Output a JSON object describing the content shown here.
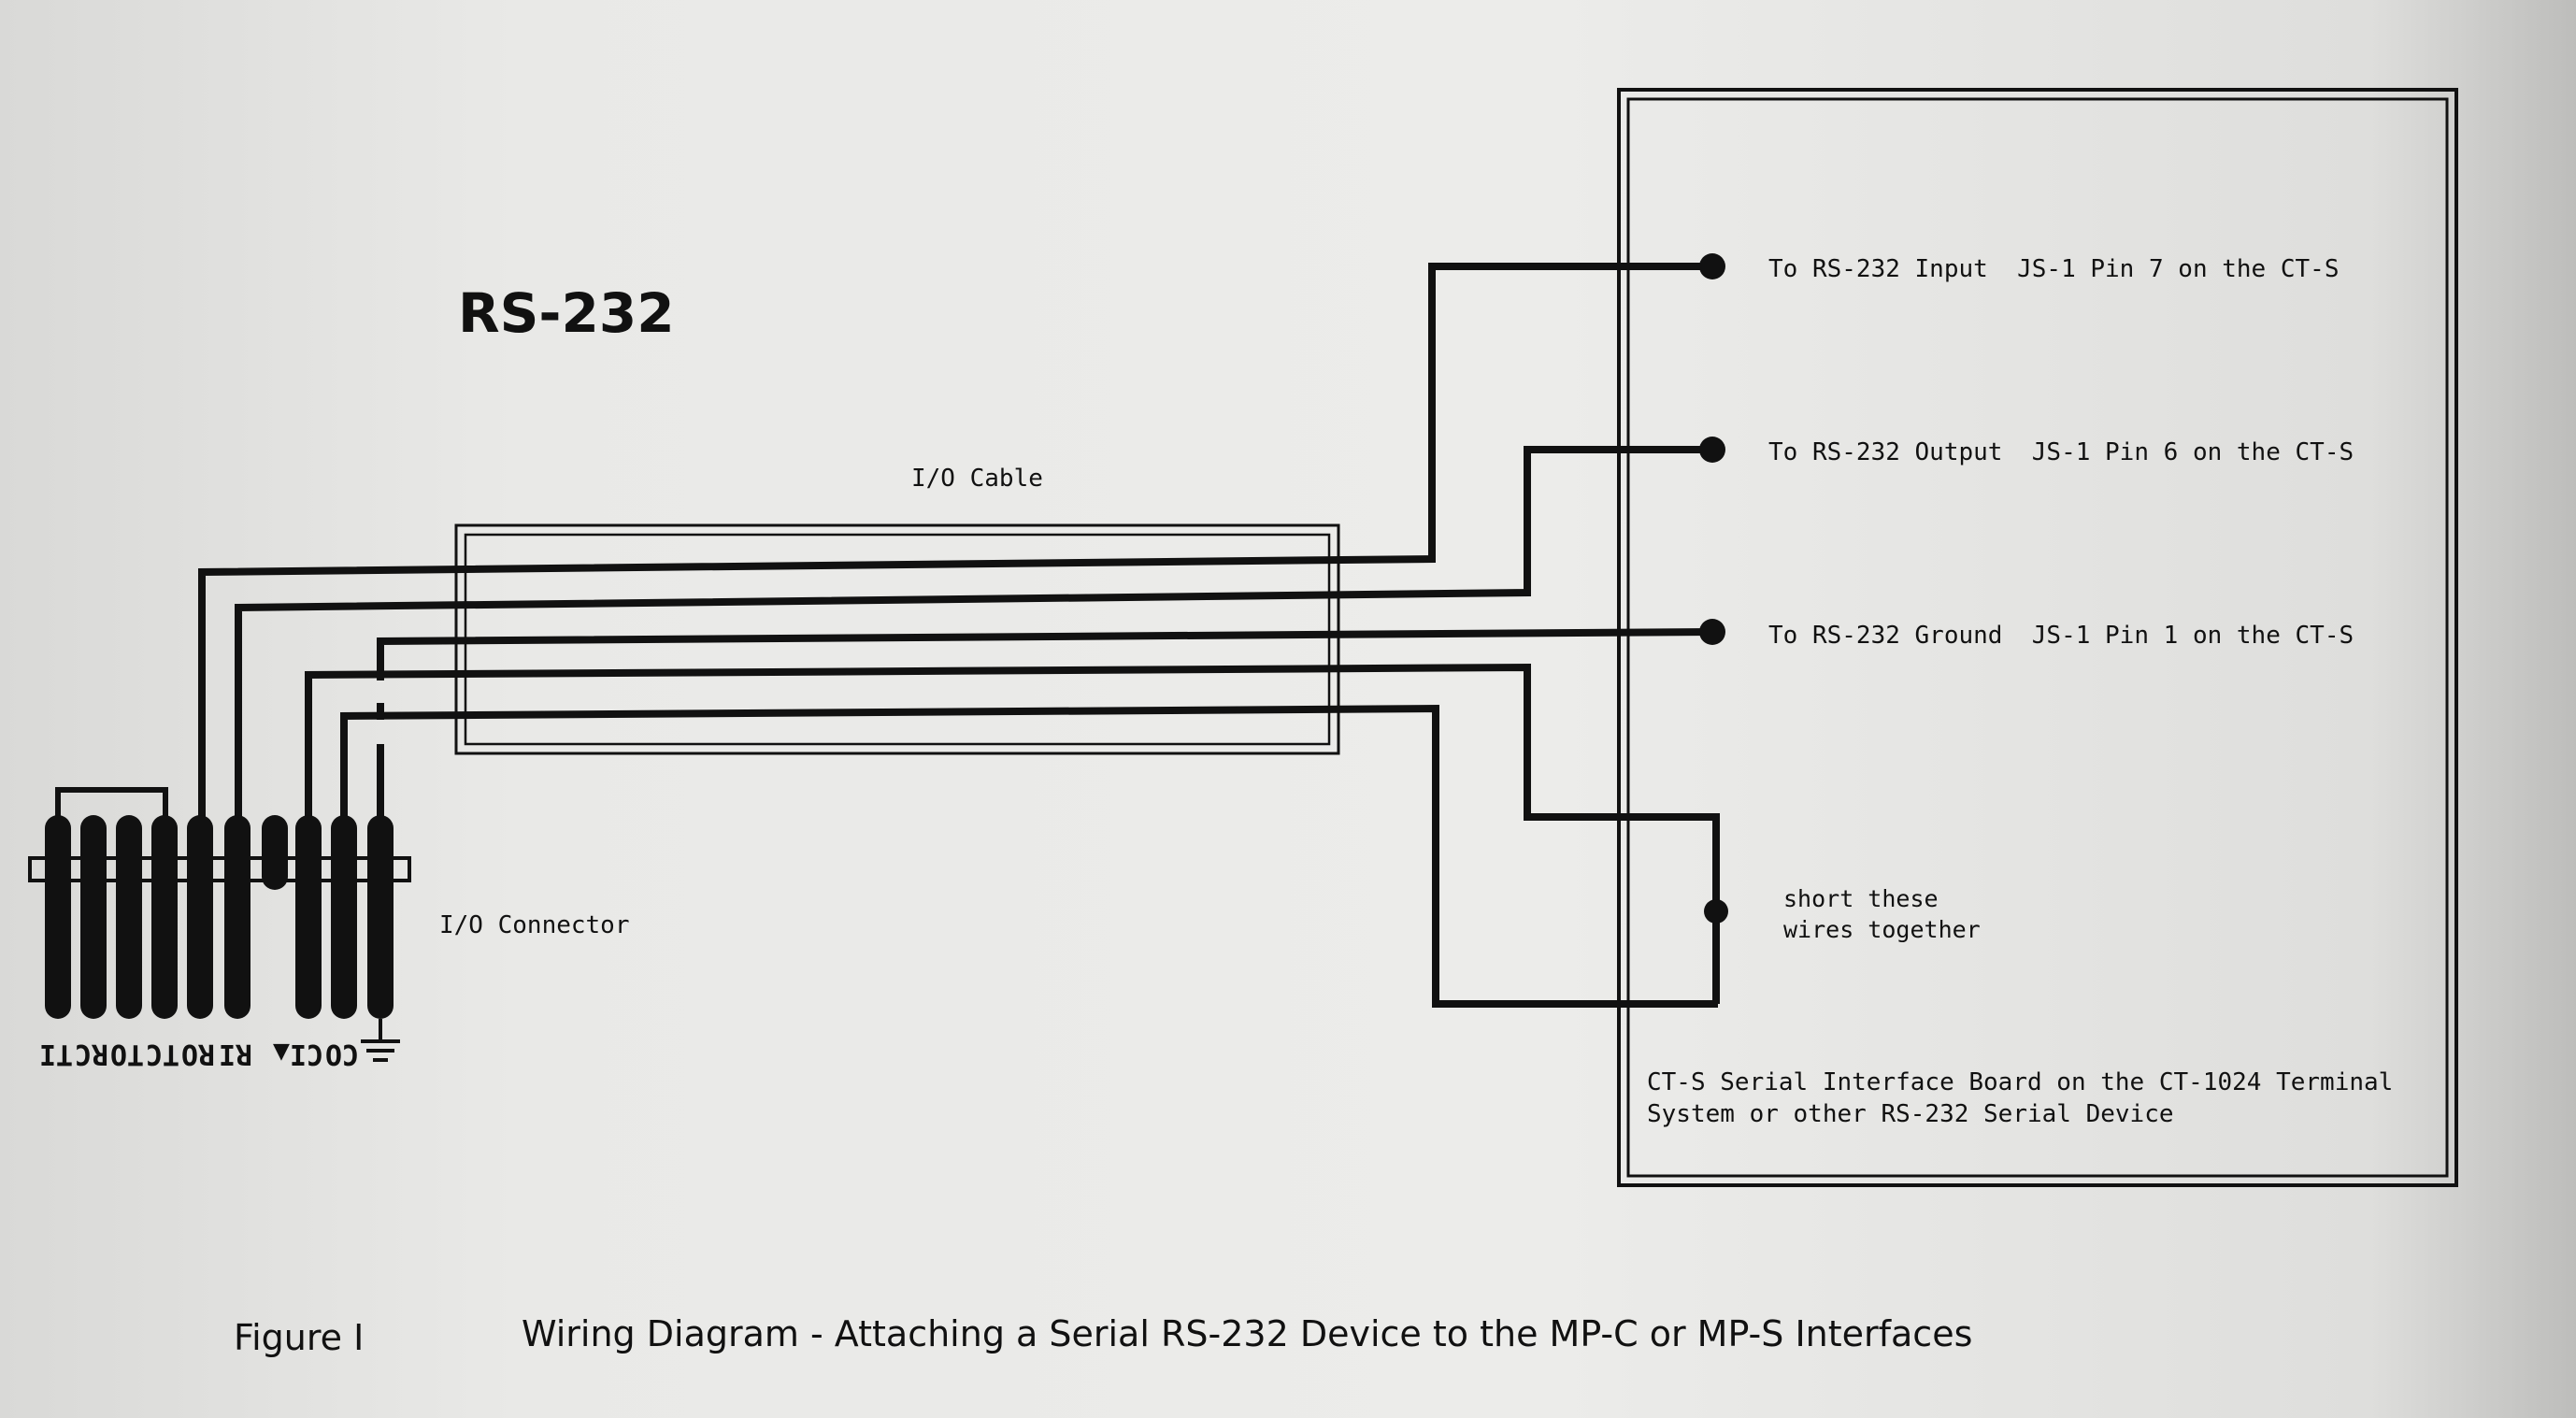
{
  "diagram": {
    "title": "RS-232",
    "cable_label": "I/O Cable",
    "connector_label": "I/O Connector",
    "connection_input": "To RS-232 Input  JS-1 Pin 7 on the CT-S",
    "connection_output": "To RS-232 Output  JS-1 Pin 6 on the CT-S",
    "connection_ground": "To RS-232 Ground  JS-1 Pin 1 on the CT-S",
    "short_line1": "short these",
    "short_line2": "wires together",
    "board_line1": "CT-S Serial Interface Board on the CT-1024 Terminal",
    "board_line2": "System or other RS-232 Serial Device",
    "pins": [
      "TI",
      "RC",
      "TO",
      "TC",
      "RO",
      "RI",
      "▲",
      "CI",
      "CO"
    ],
    "ground_symbol_name": "ground-icon"
  },
  "caption": {
    "figure": "Figure I",
    "text": "Wiring Diagram - Attaching a Serial RS-232 Device to the MP-C or MP-S Interfaces"
  },
  "colors": {
    "ink": "#111111",
    "paper": "#e8e8e6"
  }
}
